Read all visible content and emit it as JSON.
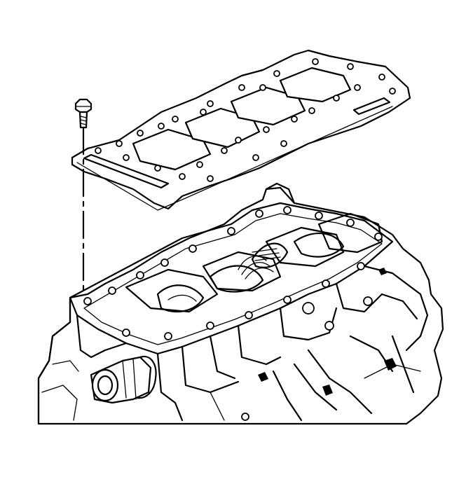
{
  "figure": {
    "parts": [
      {
        "name": "bolt",
        "icon": "bolt-icon"
      },
      {
        "name": "bedplate-gasket",
        "icon": "gasket-plate-icon"
      },
      {
        "name": "engine-block",
        "icon": "engine-block-icon"
      }
    ],
    "gasket_window_count": 4,
    "colors": {
      "line": "#000000",
      "background": "#ffffff"
    }
  }
}
